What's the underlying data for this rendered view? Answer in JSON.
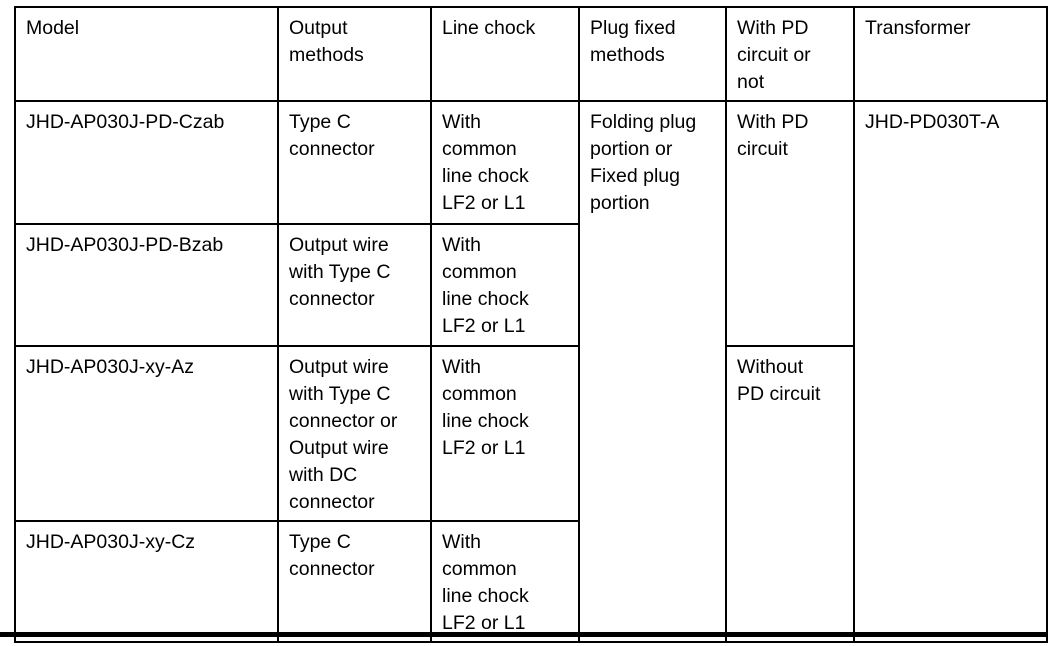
{
  "page": {
    "background_color": "#ffffff",
    "text_color": "#000000",
    "border_color": "#000000"
  },
  "table": {
    "headers": [
      "Model",
      "Output\nmethods",
      "Line chock",
      "Plug fixed\nmethods",
      "With PD\ncircuit or\nnot",
      "Transformer"
    ],
    "rows": [
      {
        "model": "JHD-AP030J-PD-Czab",
        "output_method": "Type C\nconnector",
        "line_chock": "With\ncommon\nline chock\nLF2 or L1"
      },
      {
        "model": "JHD-AP030J-PD-Bzab",
        "output_method": "Output wire\nwith Type C\nconnector",
        "line_chock": "With\ncommon\nline chock\nLF2 or L1"
      },
      {
        "model": "JHD-AP030J-xy-Az",
        "output_method": "Output wire\nwith Type C\nconnector or\nOutput wire\nwith DC\nconnector",
        "line_chock": "With\ncommon\nline chock\nLF2 or L1"
      },
      {
        "model": "JHD-AP030J-xy-Cz",
        "output_method": "Type C\nconnector",
        "line_chock": "With\ncommon\nline chock\nLF2 or L1"
      }
    ],
    "plug_fixed_methods": "Folding plug\nportion or\nFixed plug\nportion",
    "pd_circuit": {
      "with": "With PD\ncircuit",
      "without": "Without\nPD circuit"
    },
    "transformer": "JHD-PD030T-A"
  }
}
